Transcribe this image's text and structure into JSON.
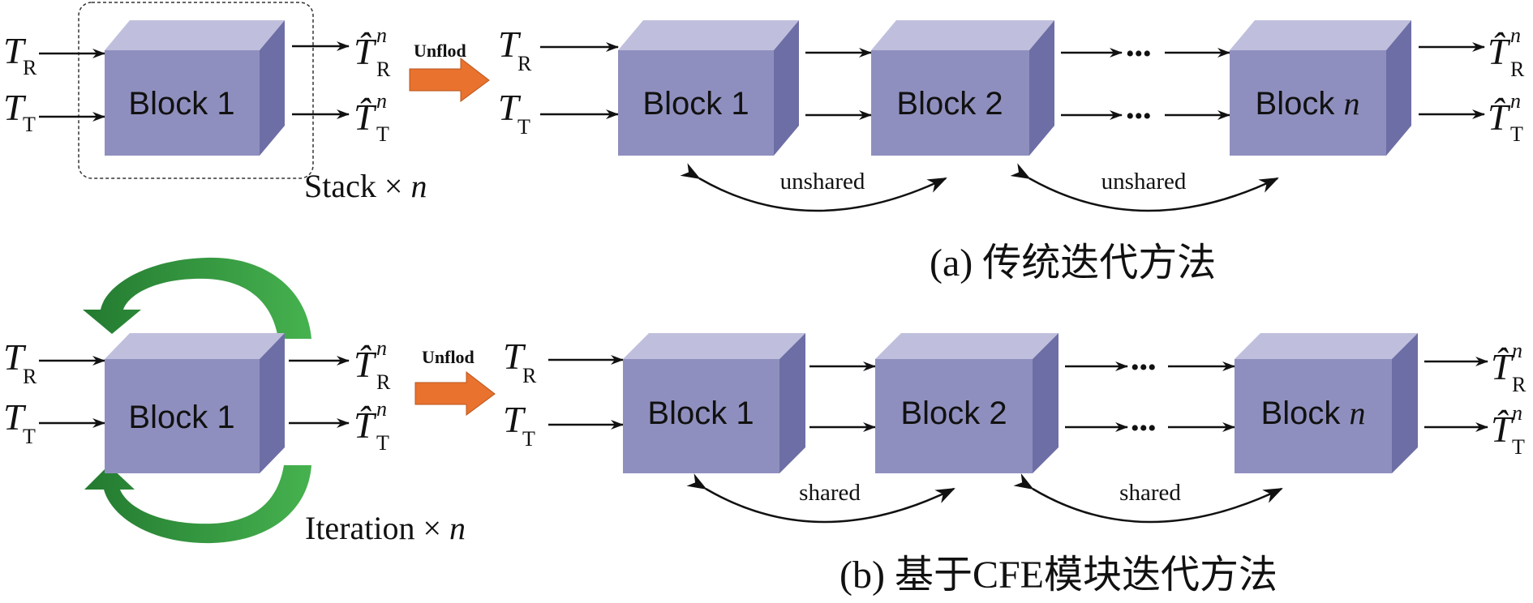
{
  "labels": {
    "t_r": "T",
    "t_r_sub": "R",
    "t_t": "T",
    "t_t_sub": "T",
    "t_hat": "T̂",
    "n_sup": "n"
  },
  "blocks": {
    "block1": "Block 1",
    "block2": "Block 2",
    "blockn": "Block",
    "blockn_var": "n",
    "dots": "•••"
  },
  "top": {
    "unfold": "Unflod",
    "stack_text": "Stack × ",
    "stack_var": "n",
    "relation_1": "unshared",
    "relation_2": "unshared",
    "caption": "(a) 传统迭代方法"
  },
  "bottom": {
    "unfold": "Unflod",
    "iteration_text": "Iteration × ",
    "iteration_var": "n",
    "relation_1": "shared",
    "relation_2": "shared",
    "caption": "(b) 基于CFE模块迭代方法"
  },
  "colors": {
    "block_front": "#8f8fbf",
    "block_top": "#bfbfdd",
    "block_side": "#6e6ea6",
    "unfold_arrow": "#e8722e",
    "loop_light": "#3aa545",
    "loop_dark": "#237a30"
  }
}
